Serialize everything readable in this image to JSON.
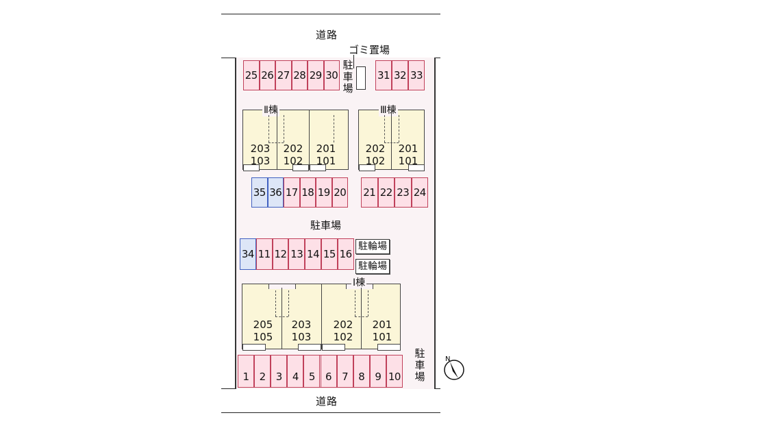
{
  "road_top": "道路",
  "road_bottom": "道路",
  "garbage": "ゴミ置場",
  "parking_vertical_top": "駐車場",
  "parking_center": "駐車場",
  "parking_vertical_right": "駐車場",
  "bike_parking_1": "駐輪場",
  "bike_parking_2": "駐輪場",
  "building_2": {
    "name": "Ⅱ棟",
    "units": [
      {
        "upper": "203",
        "lower": "103"
      },
      {
        "upper": "202",
        "lower": "102"
      },
      {
        "upper": "201",
        "lower": "101"
      }
    ]
  },
  "building_3": {
    "name": "Ⅲ棟",
    "units": [
      {
        "upper": "202",
        "lower": "102"
      },
      {
        "upper": "201",
        "lower": "101"
      }
    ]
  },
  "building_1": {
    "name": "Ⅰ棟",
    "units": [
      {
        "upper": "205",
        "lower": "105"
      },
      {
        "upper": "203",
        "lower": "103"
      },
      {
        "upper": "202",
        "lower": "102"
      },
      {
        "upper": "201",
        "lower": "101"
      }
    ]
  },
  "spaces_top_left": [
    "25",
    "26",
    "27",
    "28",
    "29",
    "30"
  ],
  "spaces_top_right": [
    "31",
    "32",
    "33"
  ],
  "spaces_mid_left": [
    "35",
    "36",
    "17",
    "18",
    "19",
    "20"
  ],
  "spaces_mid_right": [
    "21",
    "22",
    "23",
    "24"
  ],
  "spaces_lower": [
    "34",
    "11",
    "12",
    "13",
    "14",
    "15",
    "16"
  ],
  "spaces_bottom": [
    "1",
    "2",
    "3",
    "4",
    "5",
    "6",
    "7",
    "8",
    "9",
    "10"
  ],
  "compass_label": "N"
}
